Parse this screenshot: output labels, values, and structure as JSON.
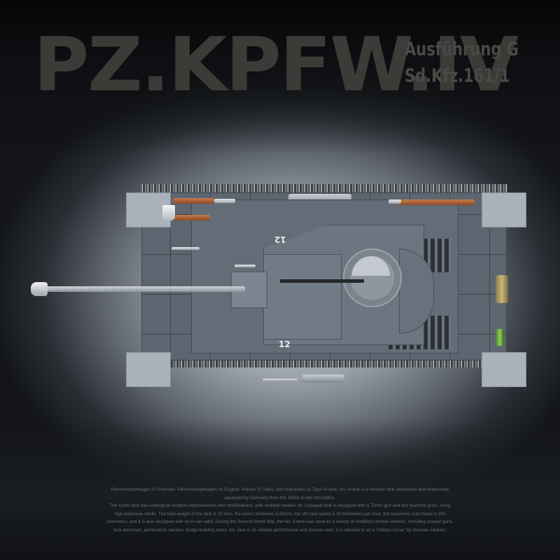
{
  "header": {
    "title": "PZ.KPFW.IV",
    "subtitle_line1": "Ausführung G",
    "subtitle_line2": "Sd.Kfz.161/1"
  },
  "tank": {
    "turret_number_front": "12",
    "turret_number_rear": "12",
    "colors": {
      "hull": "#5d6670",
      "turret": "#6c7681",
      "fender": "#a9b2bb",
      "tool_handle": "#b0653a",
      "jerrycan_gold": "#c7b77f",
      "jerrycan_green": "#8ccf55"
    }
  },
  "description": {
    "lines": [
      "Panzerkampfwagen IV (German: Panzerkampfwagen IV, English: Panzer IV Tank), also translated as Type IV tank. No. 4 tank is a medium tank developed and extensively",
      "equipped by Germany from the 1930s to the mid-1940s.",
      "The fourth tank has undergone multiple improvements and modifications, with multiple models. Its J-shaped tank is equipped with a 75mm gun and two machine guns, using",
      "high-explosive shells. The total weight of the tank is 25 tons, the armor thickness is 50mm, the off-road speed is 40 kilometers per hour, the maximum road travel is 300",
      "kilometers, and it is also equipped with an in-car radio. During the Second World War, the No. 4 tank was used as a variety of modified combat vehicles, including assault guns,",
      "tank destroyer, ammunition carriers, bridge building tanks, etc. Due to its reliable performance and diverse uses, it is referred to as a \"military horse\" by German soldiers."
    ]
  }
}
